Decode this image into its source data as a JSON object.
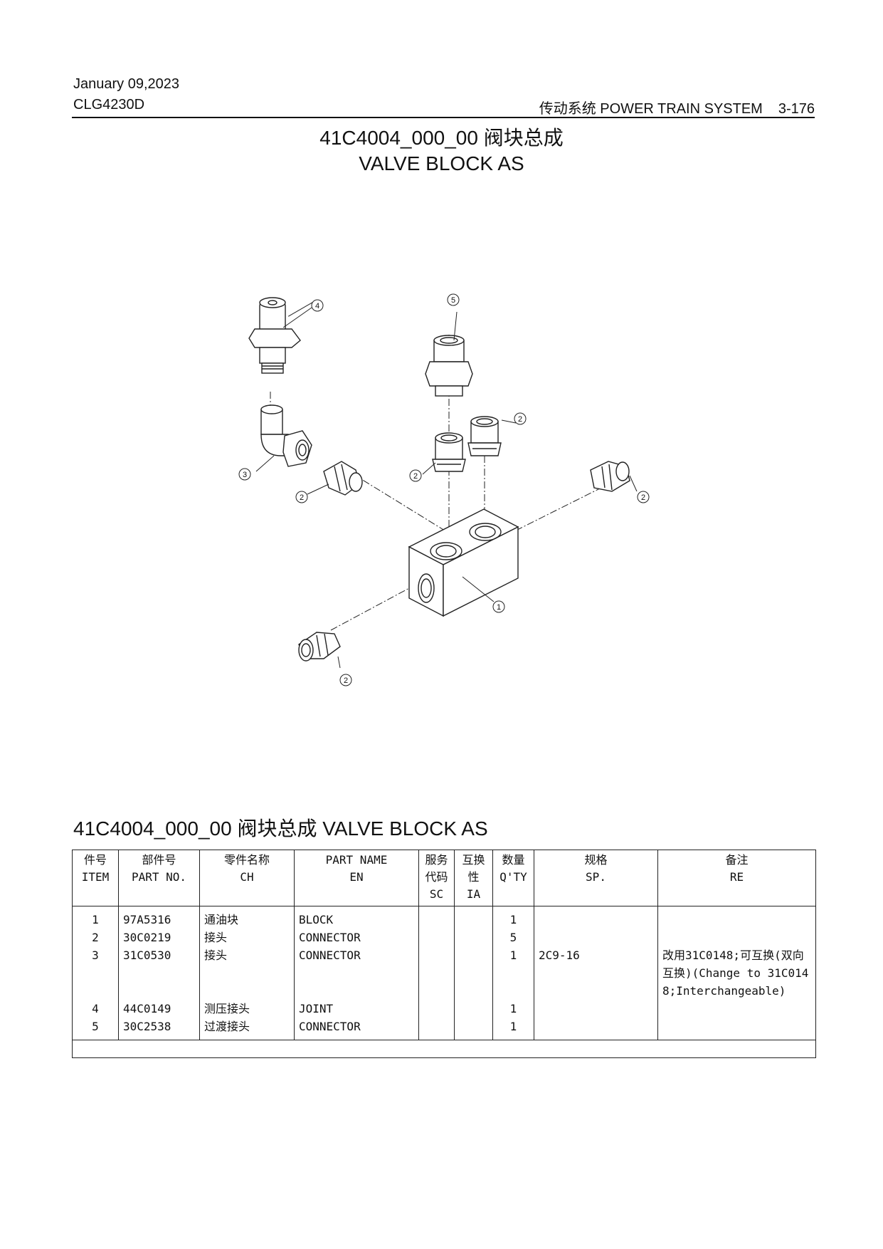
{
  "header": {
    "date": "January 09,2023",
    "model": "CLG4230D",
    "section": "传动系统  POWER TRAIN SYSTEM",
    "page": "3-176"
  },
  "title": {
    "line1": "41C4004_000_00  阀块总成",
    "line2": "VALVE BLOCK AS"
  },
  "drawing": {
    "callouts": [
      "1",
      "2",
      "2",
      "2",
      "2",
      "2",
      "3",
      "4",
      "5"
    ]
  },
  "table": {
    "title": "41C4004_000_00  阀块总成  VALVE BLOCK AS",
    "headers": [
      [
        "件号",
        "ITEM"
      ],
      [
        "部件号",
        "PART NO."
      ],
      [
        "零件名称",
        "CH"
      ],
      [
        "PART NAME",
        "EN"
      ],
      [
        "服务",
        "代码",
        "SC"
      ],
      [
        "互换",
        "性",
        "IA"
      ],
      [
        "数量",
        "Q'TY"
      ],
      [
        "规格",
        "SP."
      ],
      [
        "备注",
        "RE"
      ]
    ],
    "rows": [
      {
        "item": "1",
        "part_no": "97A5316",
        "ch": "通油块",
        "en": "BLOCK",
        "sc": "",
        "ia": "",
        "qty": "1",
        "sp": "",
        "re": ""
      },
      {
        "item": "2",
        "part_no": "30C0219",
        "ch": "接头",
        "en": "CONNECTOR",
        "sc": "",
        "ia": "",
        "qty": "5",
        "sp": "",
        "re": ""
      },
      {
        "item": "3",
        "part_no": "31C0530",
        "ch": "接头",
        "en": "CONNECTOR",
        "sc": "",
        "ia": "",
        "qty": "1",
        "sp": "2C9-16",
        "re": "改用31C0148;可互换(双向互换)(Change to 31C0148;Interchangeable)"
      },
      {
        "item": "4",
        "part_no": "44C0149",
        "ch": "测压接头",
        "en": "JOINT",
        "sc": "",
        "ia": "",
        "qty": "1",
        "sp": "",
        "re": ""
      },
      {
        "item": "5",
        "part_no": "30C2538",
        "ch": "过渡接头",
        "en": "CONNECTOR",
        "sc": "",
        "ia": "",
        "qty": "1",
        "sp": "",
        "re": ""
      }
    ]
  }
}
